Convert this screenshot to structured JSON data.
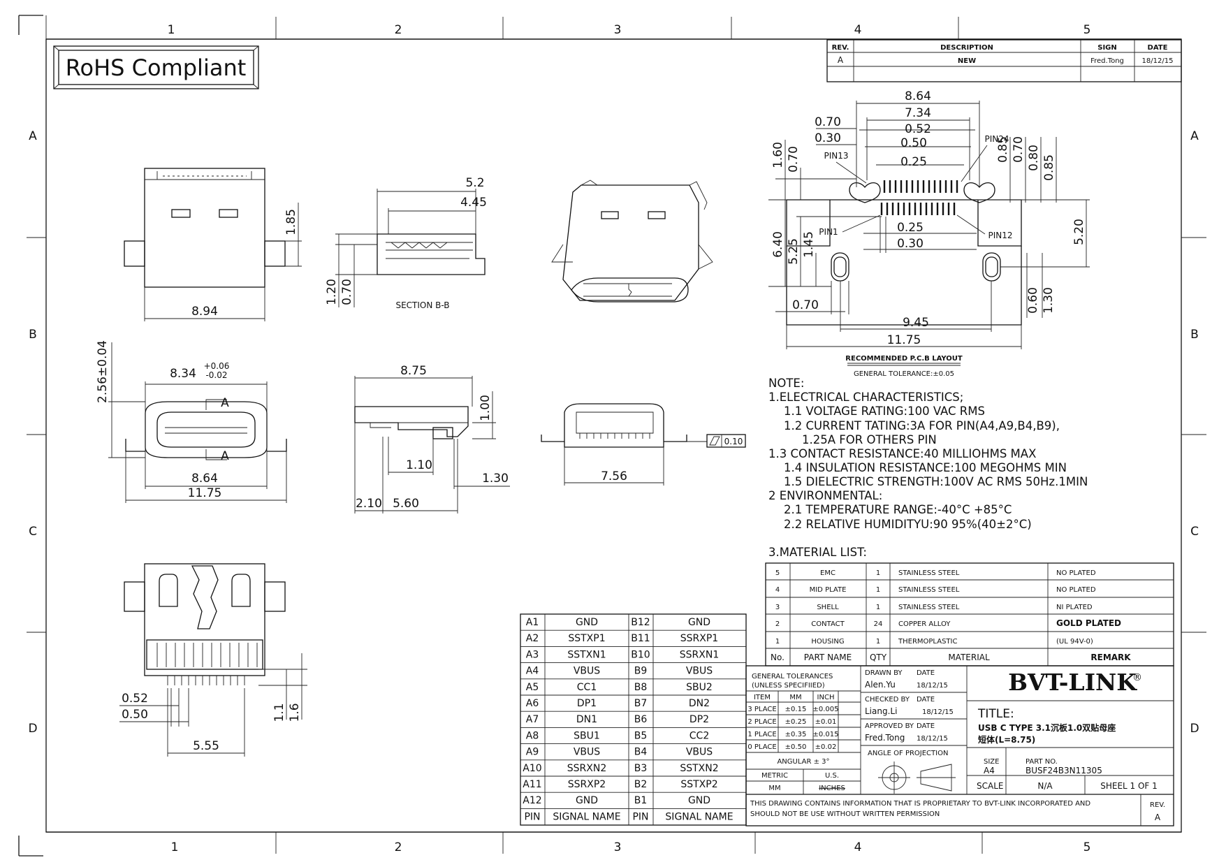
{
  "frame": {
    "col_labels": [
      "1",
      "2",
      "3",
      "4",
      "5"
    ],
    "row_labels": [
      "A",
      "B",
      "C",
      "D"
    ]
  },
  "rohs": "RoHS Compliant",
  "revision_block": {
    "headers": [
      "REV.",
      "DESCRIPTION",
      "SIGN",
      "DATE"
    ],
    "row": [
      "A",
      "NEW",
      "Fred.Tong",
      "18/12/15"
    ]
  },
  "views": {
    "top": {
      "dims": [
        "1.85",
        "8.94"
      ]
    },
    "section": {
      "dims": [
        "5.2",
        "4.45",
        "1.20",
        "0.70"
      ],
      "label": "SECTION B-B"
    },
    "front": {
      "dims": [
        "2.56±0.04",
        "8.34",
        "+0.06",
        "-0.02",
        "8.64",
        "11.75"
      ],
      "cut_labels": [
        "A",
        "A"
      ]
    },
    "side": {
      "dims": [
        "8.75",
        "1.00",
        "1.10",
        "1.30",
        "2.10",
        "5.60"
      ]
    },
    "rear": {
      "dims": [
        "7.56",
        "0.10"
      ]
    },
    "bottom": {
      "dims": [
        "0.52",
        "0.50",
        "5.55",
        "1.1",
        "1.6"
      ]
    }
  },
  "pcb_layout": {
    "dims_top": [
      "8.64",
      "7.34",
      "0.52",
      "0.50",
      "0.25",
      "0.70",
      "0.30"
    ],
    "dims_vert_left": [
      "1.60",
      "0.70",
      "6.40",
      "5.25",
      "1.45"
    ],
    "dims_vert_right": [
      "0.85",
      "0.70",
      "0.80",
      "0.85",
      "5.20",
      "0.60",
      "1.30"
    ],
    "dims_mid": [
      "0.25",
      "0.30"
    ],
    "dims_bottom": [
      "0.70",
      "9.45",
      "11.75"
    ],
    "pin_labels": [
      "PIN13",
      "PIN24",
      "PIN1",
      "PIN12"
    ],
    "title": "RECOMMENDED P.C.B LAYOUT",
    "tolerance": "GENERAL TOLERANCE:±0.05"
  },
  "notes": [
    "NOTE:",
    "1.ELECTRICAL CHARACTERISTICS;",
    "1.1 VOLTAGE RATING:100 VAC RMS",
    "1.2 CURRENT TATING:3A FOR PIN(A4,A9,B4,B9),",
    "1.25A FOR OTHERS PIN",
    "1.3 CONTACT RESISTANCE:40 MILLIOHMS MAX",
    "1.4 INSULATION RESISTANCE:100 MEGOHMS MIN",
    "1.5 DIELECTRIC STRENGTH:100V AC RMS 50Hz.1MIN",
    "2 ENVIRONMENTAL:",
    "2.1 TEMPERATURE RANGE:-40°C  +85°C",
    "2.2 RELATIVE HUMIDITYU:90  95%(40±2°C)",
    "3.MATERIAL LIST:"
  ],
  "material_list": {
    "rows": [
      [
        "5",
        "EMC",
        "1",
        "STAINLESS STEEL",
        "NO PLATED"
      ],
      [
        "4",
        "MID PLATE",
        "1",
        "STAINLESS STEEL",
        "NO PLATED"
      ],
      [
        "3",
        "SHELL",
        "1",
        "STAINLESS STEEL",
        "NI PLATED"
      ],
      [
        "2",
        "CONTACT",
        "24",
        "COPPER ALLOY",
        "GOLD PLATED"
      ],
      [
        "1",
        "HOUSING",
        "1",
        "THERMOPLASTIC",
        "(UL 94V-0)"
      ]
    ],
    "headers": [
      "No.",
      "PART NAME",
      "QTY",
      "MATERIAL",
      "REMARK"
    ]
  },
  "pin_table": {
    "rows": [
      [
        "A1",
        "GND",
        "B12",
        "GND"
      ],
      [
        "A2",
        "SSTXP1",
        "B11",
        "SSRXP1"
      ],
      [
        "A3",
        "SSTXN1",
        "B10",
        "SSRXN1"
      ],
      [
        "A4",
        "VBUS",
        "B9",
        "VBUS"
      ],
      [
        "A5",
        "CC1",
        "B8",
        "SBU2"
      ],
      [
        "A6",
        "DP1",
        "B7",
        "DN2"
      ],
      [
        "A7",
        "DN1",
        "B6",
        "DP2"
      ],
      [
        "A8",
        "SBU1",
        "B5",
        "CC2"
      ],
      [
        "A9",
        "VBUS",
        "B4",
        "VBUS"
      ],
      [
        "A10",
        "SSRXN2",
        "B3",
        "SSTXN2"
      ],
      [
        "A11",
        "SSRXP2",
        "B2",
        "SSTXP2"
      ],
      [
        "A12",
        "GND",
        "B1",
        "GND"
      ]
    ],
    "headers": [
      "PIN",
      "SIGNAL NAME",
      "PIN",
      "SIGNAL NAME"
    ]
  },
  "title_block": {
    "gen_tol": [
      "GENERAL TOLERANCES",
      "(UNLESS SPECIFIIED)"
    ],
    "tol_headers": [
      "ITEM",
      "MM",
      "INCH"
    ],
    "tol_rows": [
      [
        "3 PLACE",
        "±0.15",
        "±0.005"
      ],
      [
        "2 PLACE",
        "±0.25",
        "±0.01"
      ],
      [
        "1 PLACE",
        "±0.35",
        "±0.015"
      ],
      [
        "0 PLACE",
        "±0.50",
        "±0.02"
      ]
    ],
    "angular": "ANGULAR ± 3°",
    "metric": "METRIC",
    "us": "U.S.",
    "mm": "MM",
    "inches": "INCHES",
    "drawn_by": "DRAWN BY",
    "drawn_name": "Alen.Yu",
    "checked_by": "CHECKED BY",
    "checked_name": "Liang.Li",
    "approved_by": "APPROVED BY",
    "approved_name": "Fred.Tong",
    "date_label": "DATE",
    "date": "18/12/15",
    "projection": "ANGLE OF PROJECTION",
    "company": "BVT-LINK",
    "reg": "®",
    "title_label": "TITLE:",
    "title_line1": "USB C TYPE 3.1沉板1.0双贴母座",
    "title_line2": "短体(L=8.75)",
    "size_label": "SIZE",
    "size": "A4",
    "part_no_label": "PART NO.",
    "part_no": "BUSF24B3N11305",
    "scale_label": "SCALE",
    "scale": "N/A",
    "sheet": "SHEEL 1 OF 1",
    "proprietary_1": "THIS DRAWING CONTAINS INFORMATION THAT IS PROPRIETARY TO BVT-LINK INCORPORATED AND",
    "proprietary_2": "SHOULD NOT BE USE WITHOUT WRITTEN PERMISSION",
    "rev_label": "REV.",
    "rev": "A"
  }
}
